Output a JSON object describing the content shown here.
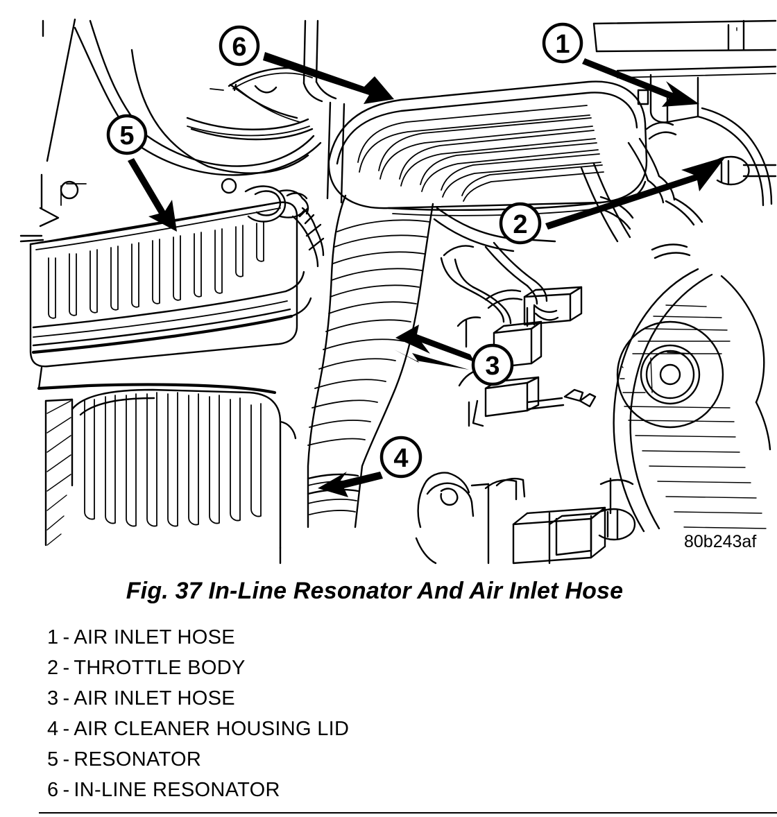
{
  "figure": {
    "title": "Fig. 37 In-Line Resonator And Air Inlet Hose",
    "code": "80b243af"
  },
  "callouts": [
    {
      "id": "1",
      "label": "1"
    },
    {
      "id": "2",
      "label": "2"
    },
    {
      "id": "3",
      "label": "3"
    },
    {
      "id": "4",
      "label": "4"
    },
    {
      "id": "5",
      "label": "5"
    },
    {
      "id": "6",
      "label": "6"
    }
  ],
  "legend": {
    "separator": "-",
    "items": [
      {
        "number": "1",
        "label": "AIR INLET HOSE"
      },
      {
        "number": "2",
        "label": "THROTTLE BODY"
      },
      {
        "number": "3",
        "label": "AIR INLET HOSE"
      },
      {
        "number": "4",
        "label": "AIR CLEANER HOUSING LID"
      },
      {
        "number": "5",
        "label": "RESONATOR"
      },
      {
        "number": "6",
        "label": "IN-LINE RESONATOR"
      }
    ]
  },
  "colors": {
    "ink": "#000000",
    "paper": "#ffffff"
  }
}
